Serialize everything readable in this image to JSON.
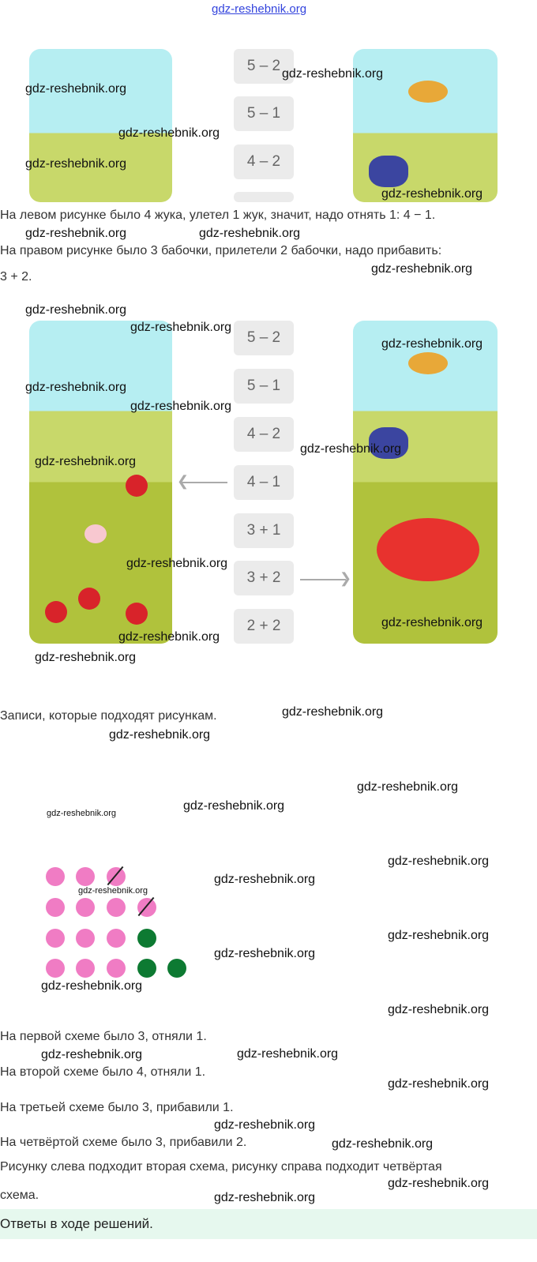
{
  "top_link": "gdz-reshebnik.org",
  "watermark": "gdz-reshebnik.org",
  "block1": {
    "buttons": [
      "5 – 2",
      "5 – 1",
      "4 – 2",
      ""
    ]
  },
  "explanation": {
    "line1": "На левом рисунке было 4 жука, улетел 1 жук, значит, надо отнять 1: 4 − 1.",
    "line2": "На правом рисунке было 3 бабочки, прилетели 2 бабочки, надо прибавить:",
    "line3": "3 + 2."
  },
  "block2": {
    "buttons": [
      "5 – 2",
      "5 – 1",
      "4 – 2",
      "4 – 1",
      "3 + 1",
      "3 + 2",
      "2 + 2"
    ]
  },
  "caption": "Записи, которые подходят рисункам.",
  "schemes": {
    "line1": "На первой схеме было 3, отняли 1.",
    "line2": "На второй схеме было 4, отняли 1.",
    "line3": "На третьей схеме было 3, прибавили 1.",
    "line4": "На четвёртой схеме было 3, прибавили 2.",
    "line5": "Рисунку слева подходит вторая схема, рисунку справа подходит четвёртая",
    "line6": "схема."
  },
  "answer": "Ответы в ходе решений.",
  "colors": {
    "pink": "#f07cc4",
    "green": "#0d7a32",
    "answer_bg": "#e6f8ee"
  }
}
